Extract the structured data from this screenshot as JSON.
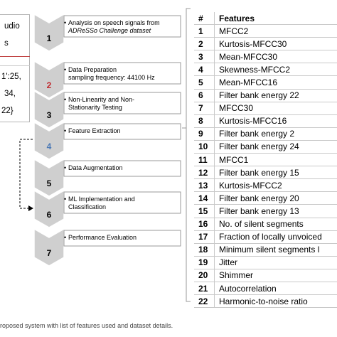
{
  "left_panel": {
    "lines": [
      "udio",
      "s",
      "1':25,",
      "34,",
      "22}"
    ]
  },
  "steps": [
    {
      "num": "1",
      "lines": [
        "Analysis on speech signals from",
        "ADReSSo Challenge dataset"
      ],
      "num_color": "#000000"
    },
    {
      "num": "2",
      "lines": [
        "Data Preparation",
        "sampling frequency: 44100 Hz"
      ],
      "num_color": "#c0282d"
    },
    {
      "num": "3",
      "lines": [
        "Non-Linearity and Non-",
        "Stationarity Testing"
      ],
      "num_color": "#000000"
    },
    {
      "num": "4",
      "lines": [
        "Feature Extraction"
      ],
      "num_color": "#4a78b5"
    },
    {
      "num": "5",
      "lines": [
        "Data Augmentation"
      ],
      "num_color": "#000000"
    },
    {
      "num": "6",
      "lines": [
        "ML Implementation and",
        "Classification"
      ],
      "num_color": "#000000"
    },
    {
      "num": "7",
      "lines": [
        "Performance Evaluation"
      ],
      "num_color": "#000000"
    }
  ],
  "table": {
    "header": {
      "num": "#",
      "feature": "Features"
    },
    "rows": [
      {
        "num": "1",
        "feature": "MFCC2"
      },
      {
        "num": "2",
        "feature": "Kurtosis-MFCC30"
      },
      {
        "num": "3",
        "feature": "Mean-MFCC30"
      },
      {
        "num": "4",
        "feature": "Skewness-MFCC2"
      },
      {
        "num": "5",
        "feature": "Mean-MFCC16"
      },
      {
        "num": "6",
        "feature": "Filter bank energy 22"
      },
      {
        "num": "7",
        "feature": "MFCC30"
      },
      {
        "num": "8",
        "feature": "Kurtosis-MFCC16"
      },
      {
        "num": "9",
        "feature": "Filter bank energy 2"
      },
      {
        "num": "10",
        "feature": "Filter bank energy 24"
      },
      {
        "num": "11",
        "feature": "MFCC1"
      },
      {
        "num": "12",
        "feature": "Filter bank energy 15"
      },
      {
        "num": "13",
        "feature": "Kurtosis-MFCC2"
      },
      {
        "num": "14",
        "feature": "Filter bank energy 20"
      },
      {
        "num": "15",
        "feature": "Filter bank energy 13"
      },
      {
        "num": "16",
        "feature": "No. of silent segments"
      },
      {
        "num": "17",
        "feature": "Fraction of locally unvoiced"
      },
      {
        "num": "18",
        "feature": "Minimum silent segments l"
      },
      {
        "num": "19",
        "feature": "Jitter"
      },
      {
        "num": "20",
        "feature": "Shimmer"
      },
      {
        "num": "21",
        "feature": "Autocorrelation"
      },
      {
        "num": "22",
        "feature": "Harmonic-to-noise ratio"
      }
    ]
  },
  "caption": "roposed system with list of features used and dataset details.",
  "colors": {
    "chevron_fill": "#cfcfcf",
    "chevron_stroke": "#ffffff",
    "box_border": "#9a9a9a",
    "grid": "#c9c9c9",
    "red_accent": "#c0282d",
    "blue_accent": "#4a78b5"
  }
}
